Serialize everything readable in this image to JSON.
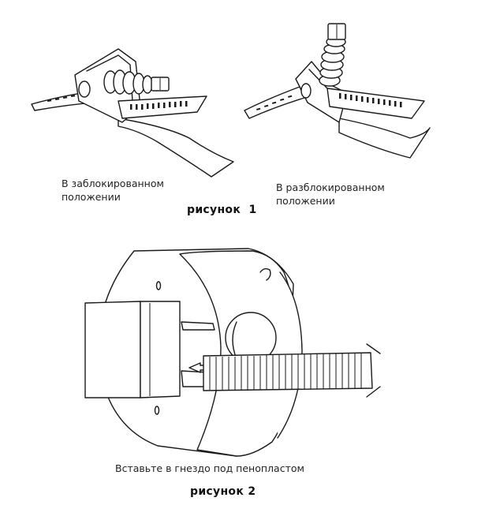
{
  "figure1": {
    "locked_label_line1": "В заблокированном",
    "locked_label_line2": "положении",
    "unlocked_label_line1": "В разблокированном",
    "unlocked_label_line2": "положении",
    "caption": "рисунок  1"
  },
  "figure2": {
    "instruction": "Вставьте в гнездо под пенопластом",
    "caption": "рисунок 2"
  }
}
